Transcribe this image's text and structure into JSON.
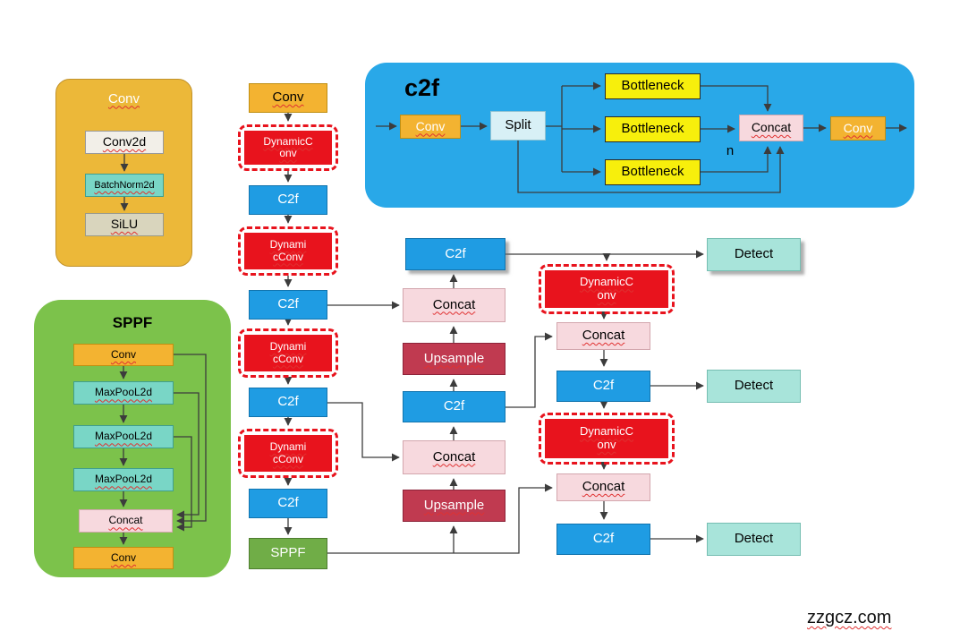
{
  "page": {
    "watermark": "zzgcz.com"
  },
  "colors": {
    "panel_blue": "#29a8e8",
    "panel_green": "#7cc24b",
    "panel_orange": "#ecb839",
    "box_blue": "#1f9ce3",
    "box_orange": "#f3b331",
    "box_red": "#e8131d",
    "box_crimson": "#c03a50",
    "box_pink": "#f7d9de",
    "box_teal": "#79d6c6",
    "box_yellow": "#f7ef0c",
    "box_detect": "#a8e4da",
    "box_split": "#d8f0f6",
    "box_green": "#70ad47",
    "arrow": "#3c3c3c"
  },
  "conv_detail": {
    "title": "Conv",
    "items": [
      {
        "label": "Conv2d"
      },
      {
        "label": "BatchNorm2d"
      },
      {
        "label": "SiLU"
      }
    ]
  },
  "sppf_detail": {
    "title": "SPPF",
    "items": [
      {
        "label": "Conv"
      },
      {
        "label": "MaxPooL2d"
      },
      {
        "label": "MaxPooL2d"
      },
      {
        "label": "MaxPooL2d"
      },
      {
        "label": "Concat"
      },
      {
        "label": "Conv"
      }
    ]
  },
  "c2f_detail": {
    "title": "c2f",
    "conv_in": "Conv",
    "split": "Split",
    "bottlenecks": [
      "Bottleneck",
      "Bottleneck",
      "Bottleneck"
    ],
    "concat": "Concat",
    "n_label": "n",
    "conv_out": "Conv"
  },
  "backbone": {
    "items": [
      {
        "label": "Conv"
      },
      {
        "label": "DynamicC\nonv"
      },
      {
        "label": "C2f"
      },
      {
        "label": "Dynami\ncConv"
      },
      {
        "label": "C2f"
      },
      {
        "label": "Dynami\ncConv"
      },
      {
        "label": "C2f"
      },
      {
        "label": "Dynami\ncConv"
      },
      {
        "label": "C2f"
      },
      {
        "label": "SPPF"
      }
    ]
  },
  "neck": {
    "items": [
      {
        "label": "C2f"
      },
      {
        "label": "Concat"
      },
      {
        "label": "Upsample"
      },
      {
        "label": "C2f"
      },
      {
        "label": "Concat"
      },
      {
        "label": "Upsample"
      }
    ]
  },
  "head": {
    "items": [
      {
        "label": "DynamicC\nonv"
      },
      {
        "label": "Concat"
      },
      {
        "label": "C2f"
      },
      {
        "label": "DynamicC\nonv"
      },
      {
        "label": "Concat"
      },
      {
        "label": "C2f"
      }
    ]
  },
  "detect": {
    "labels": [
      "Detect",
      "Detect",
      "Detect"
    ]
  }
}
